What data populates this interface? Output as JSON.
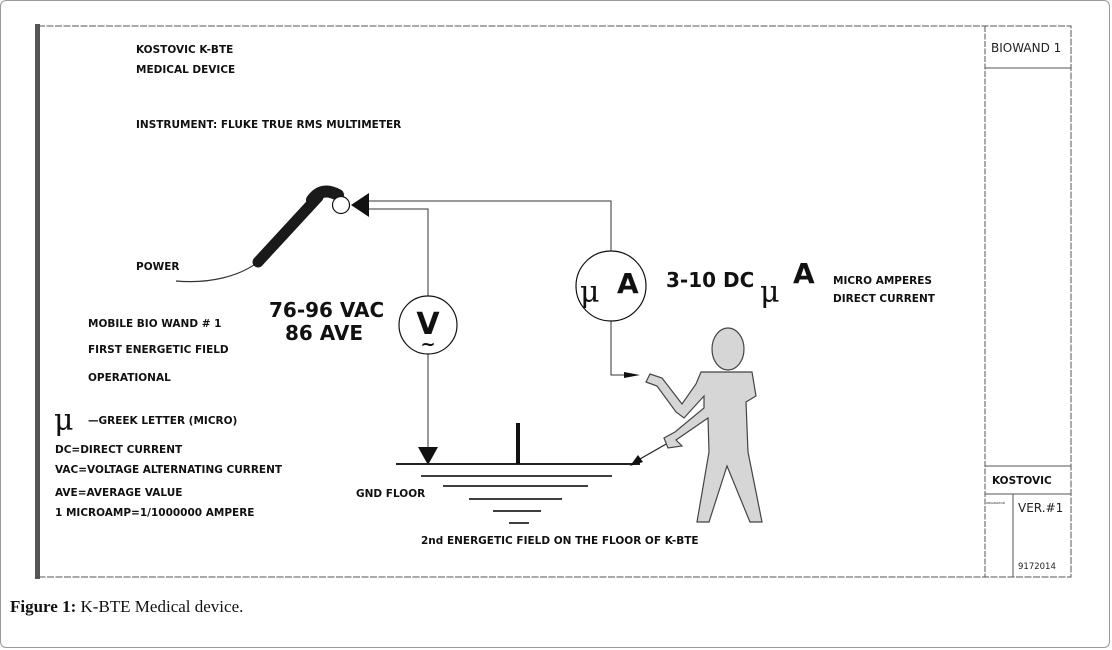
{
  "header": {
    "device_line1": "KOSTOVIC K-BTE",
    "device_line2": "MEDICAL DEVICE",
    "instrument": "INSTRUMENT: FLUKE TRUE RMS MULTIMETER"
  },
  "left_labels": {
    "power": "POWER",
    "wand": "MOBILE BIO WAND # 1",
    "field1": "FIRST ENERGETIC FIELD",
    "operational": "OPERATIONAL"
  },
  "legend": {
    "micro_symbol": "μ",
    "greek": "—GREEK LETTER (MICRO)",
    "dc": "DC=DIRECT CURRENT",
    "vac": "VAC=VOLTAGE ALTERNATING CURRENT",
    "ave": "AVE=AVERAGE VALUE",
    "microamp": "1 MICROAMP=1/1000000 AMPERE"
  },
  "voltmeter": {
    "reading_line1": "76-96 VAC",
    "reading_line2": "86 AVE",
    "symbol": "V",
    "ac_mark": "~"
  },
  "ammeter": {
    "symbol_micro": "μ",
    "symbol_a": "A",
    "reading_prefix": "3-10 DC",
    "reading_micro": "μ",
    "reading_unit": "A",
    "desc_line1": "MICRO AMPERES",
    "desc_line2": "DIRECT CURRENT"
  },
  "ground": {
    "label": "GND FLOOR",
    "field2": "2nd ENERGETIC FIELD ON THE FLOOR OF K-BTE"
  },
  "title_block": {
    "name": "BIOWAND  1",
    "author": "KOSTOVIC",
    "small_label": "ORIGINATOR",
    "version": "VER.#1",
    "number": "9172014"
  },
  "caption": {
    "label": "Figure 1:",
    "text": " K-BTE Medical device."
  }
}
